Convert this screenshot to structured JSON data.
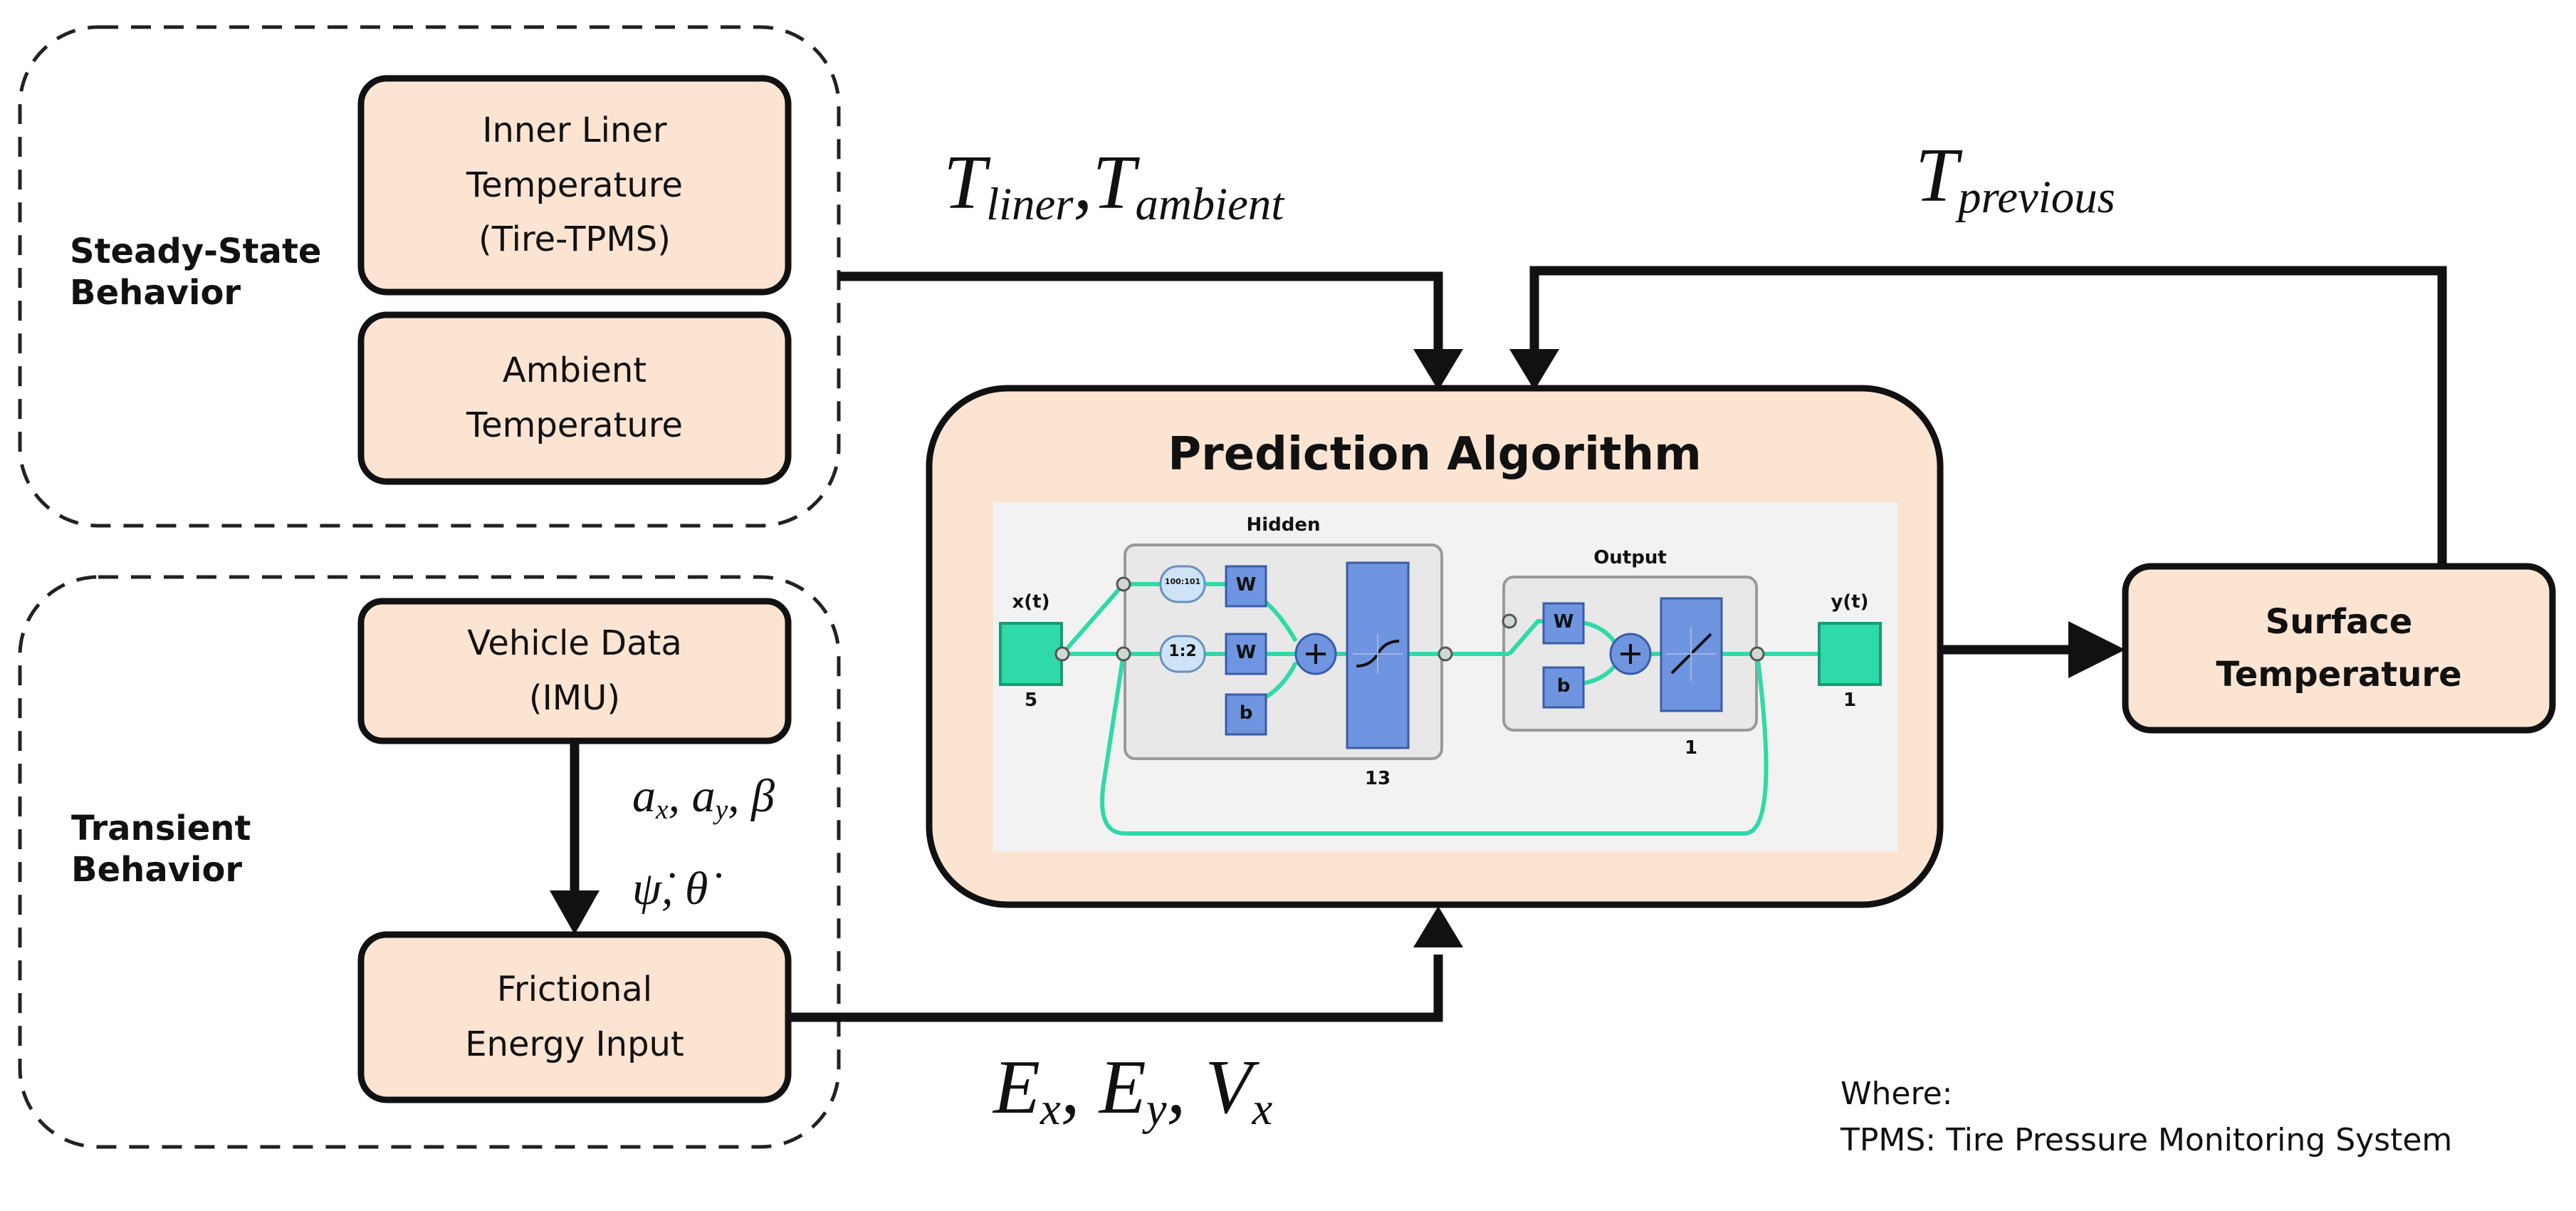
{
  "steady": {
    "group_label_1": "Steady-State",
    "group_label_2": "Behavior",
    "box1": [
      "Inner Liner",
      "Temperature",
      "(Tire-TPMS)"
    ],
    "box2": [
      "Ambient",
      "Temperature"
    ]
  },
  "transient": {
    "group_label_1": "Transient",
    "group_label_2": "Behavior",
    "box1": [
      "Vehicle Data",
      "(IMU)"
    ],
    "box2": [
      "Frictional",
      "Energy Input"
    ]
  },
  "math": {
    "t_liner": "T",
    "t_liner_sub": "liner",
    "t_ambient": "T",
    "t_ambient_sub": "ambient",
    "t_previous": "T",
    "t_previous_sub": "previous",
    "ax": "a",
    "ax_sub": "x",
    "ay": "a",
    "ay_sub": "y",
    "beta": "β",
    "psi_dot": "ψ̇",
    "theta_dot": "θ̇",
    "ex": "E",
    "ex_sub": "x",
    "ey": "E",
    "ey_sub": "y",
    "vx": "V",
    "vx_sub": "x",
    "sep": ","
  },
  "prediction": {
    "title": "Prediction Algorithm",
    "hidden": "Hidden",
    "output": "Output",
    "input_label": "x(t)",
    "output_label": "y(t)",
    "input_size": "5",
    "output_size": "1",
    "hidden_size": "13",
    "output_layer_size": "1",
    "delay1": "1:2",
    "delay2": "100:101",
    "w": "W",
    "b": "b"
  },
  "surface": [
    "Surface",
    "Temperature"
  ],
  "note": {
    "line1": "Where:",
    "line2": "TPMS: Tire Pressure Monitoring System"
  },
  "colors": {
    "box_fill": "#fce4d2",
    "teal": "#2fd9a8",
    "block_blue": "#6f95e0",
    "nn_panel": "#f2f2f2"
  }
}
